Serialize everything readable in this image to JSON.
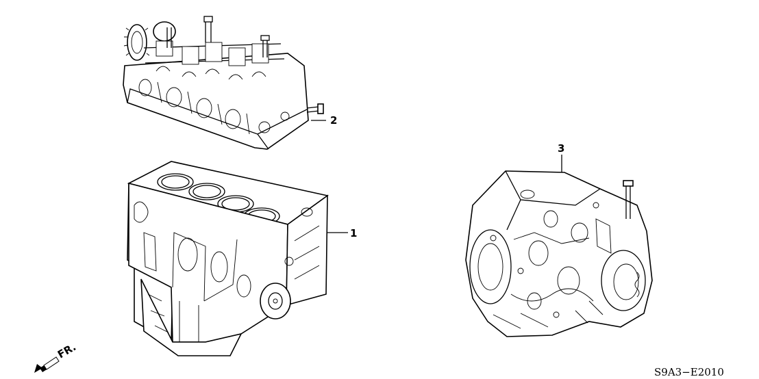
{
  "parts": [
    {
      "number": "1",
      "name": "block-assembly"
    },
    {
      "number": "2",
      "name": "cylinder-head-assembly"
    },
    {
      "number": "3",
      "name": "transmission-assembly"
    }
  ],
  "direction_label": "FR.",
  "diagram_code": "S9A3−E2010",
  "colors": {
    "line": "#000000",
    "background": "#ffffff"
  }
}
